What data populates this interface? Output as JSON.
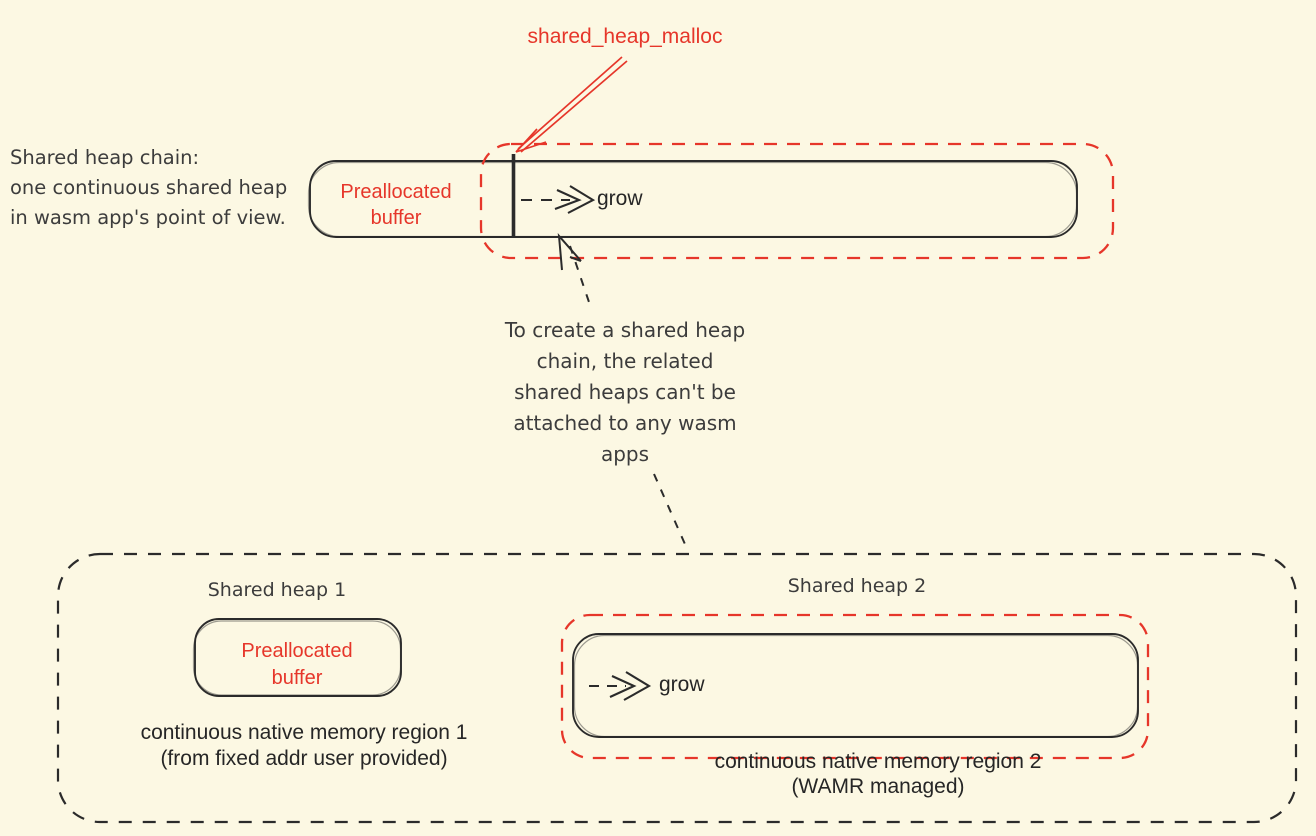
{
  "palette": {
    "bg": "#FCF8E3",
    "red": "#E6362A",
    "ink": "#2B2B2B",
    "soft": "#3C3C3C",
    "plain": "#262626"
  },
  "top_diagram": {
    "malloc_label": "shared_heap_malloc",
    "caption_lines": [
      "Shared heap chain:",
      "one continuous shared heap",
      "in wasm app's point of view."
    ],
    "prealloc_lines": [
      "Preallocated",
      "buffer"
    ],
    "grow_label": "grow"
  },
  "note": {
    "lines": [
      "To create a shared heap",
      "chain, the related",
      "shared heaps can't be",
      "attached to any wasm",
      "apps"
    ]
  },
  "bottom_group": {
    "heap1": {
      "title": "Shared heap 1",
      "prealloc_lines": [
        "Preallocated",
        "buffer"
      ],
      "region_lines": [
        "continuous native memory region 1",
        "(from fixed addr user provided)"
      ]
    },
    "heap2": {
      "title": "Shared heap 2",
      "grow_label": "grow",
      "region_lines": [
        "continuous native memory region 2",
        "(WAMR managed)"
      ]
    }
  },
  "icons": {
    "red_callout_arrow": "arrow-down-left-icon",
    "grow_arrow": "dashed-grow-arrow-icon",
    "cursor_pointer": "cursor-arrow-icon"
  }
}
